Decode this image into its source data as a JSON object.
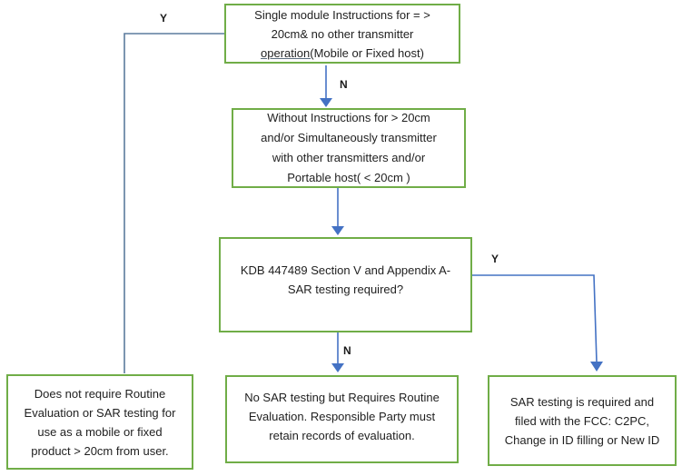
{
  "flowchart": {
    "nodes": {
      "single_module": {
        "line1": "Single module Instructions for = >",
        "line2": "20cm& no other transmitter",
        "line3_underlined": "operation(",
        "line3_rest": "Mobile or Fixed host)"
      },
      "without_instructions": {
        "text": "Without Instructions for  > 20cm\nand/or Simultaneously transmitter\nwith other transmitters and/or\nPortable host( < 20cm )"
      },
      "kdb_question": {
        "text": "KDB 447489 Section V and Appendix A-\nSAR testing required?"
      },
      "no_routine_evaluation": {
        "text": "Does not require Routine\nEvaluation or SAR testing for\nuse as a mobile or fixed\nproduct  > 20cm from user."
      },
      "no_sar_testing": {
        "text": "No SAR testing but Requires Routine\nEvaluation. Responsible Party must\nretain records of evaluation."
      },
      "sar_testing_required": {
        "text": "SAR testing is required and\nfiled with the FCC: C2PC,\nChange in ID filling or New ID"
      }
    },
    "labels": {
      "yes_top": "Y",
      "no_top": "N",
      "no_bottom": "N",
      "yes_right": "Y"
    },
    "colors": {
      "box_border": "#70AD47",
      "arrow": "#4472C4",
      "connector": "#5b7b9d",
      "text": "#1f1f1f",
      "background": "#ffffff"
    }
  }
}
